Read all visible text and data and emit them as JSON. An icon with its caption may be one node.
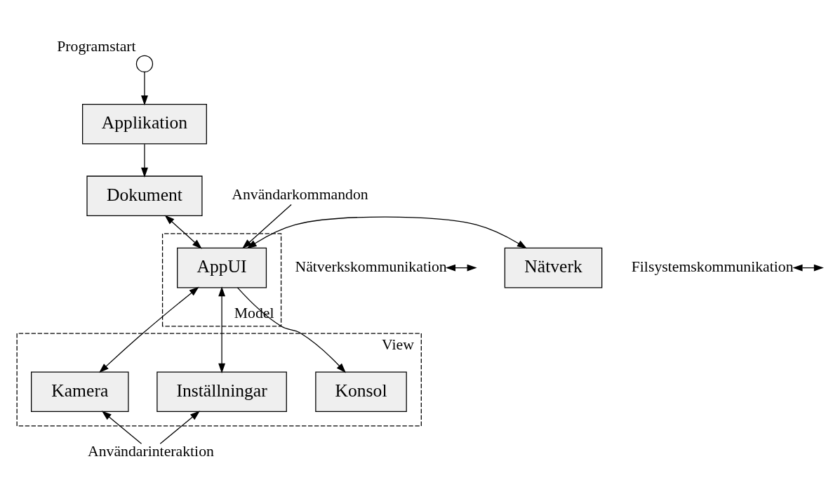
{
  "diagram": {
    "nodes": [
      {
        "text": [],
        "shape": "circle",
        "beside": [
          "Programstart"
        ]
      },
      {
        "text": [
          "Applikation"
        ]
      },
      {
        "text": [
          "Dokument"
        ]
      },
      {
        "text": [
          "Model"
        ]
      },
      {
        "text": [
          "AppUI"
        ],
        "in": 3
      },
      {
        "text": [
          "Nätverk"
        ]
      },
      {
        "text": [
          "View"
        ]
      },
      {
        "text": [
          "Kamera"
        ],
        "in": 6
      },
      {
        "text": [
          "Inställningar"
        ],
        "in": 6
      },
      {
        "text": [
          "Konsol"
        ],
        "in": 6
      },
      {
        "text": [
          "Användarkommandon"
        ]
      },
      {
        "text": [
          "Nätverkskommunikation"
        ]
      },
      {
        "text": [
          "Filsystemskommunikation"
        ]
      },
      {
        "text": [
          "Användarinteraktion"
        ]
      }
    ],
    "edges": [
      {
        "from": 0,
        "to": 1,
        "arrow": "to"
      },
      {
        "from": 1,
        "to": 2,
        "arrow": "to"
      },
      {
        "from": 2,
        "to": 4,
        "arrow": "both"
      },
      {
        "from": 10,
        "to": 4,
        "arrow": "to"
      },
      {
        "from": 5,
        "to": 4,
        "arrow": "both"
      },
      {
        "from": 4,
        "to": 7,
        "arrow": "both"
      },
      {
        "from": 4,
        "to": 8,
        "arrow": "both"
      },
      {
        "from": 4,
        "to": 9,
        "arrow": "to"
      },
      {
        "from": 11,
        "to": null,
        "arrow": "both"
      },
      {
        "from": 12,
        "to": null,
        "arrow": "both"
      },
      {
        "from": 13,
        "to": 7,
        "arrow": "to"
      },
      {
        "from": 13,
        "to": 8,
        "arrow": "to"
      }
    ]
  }
}
